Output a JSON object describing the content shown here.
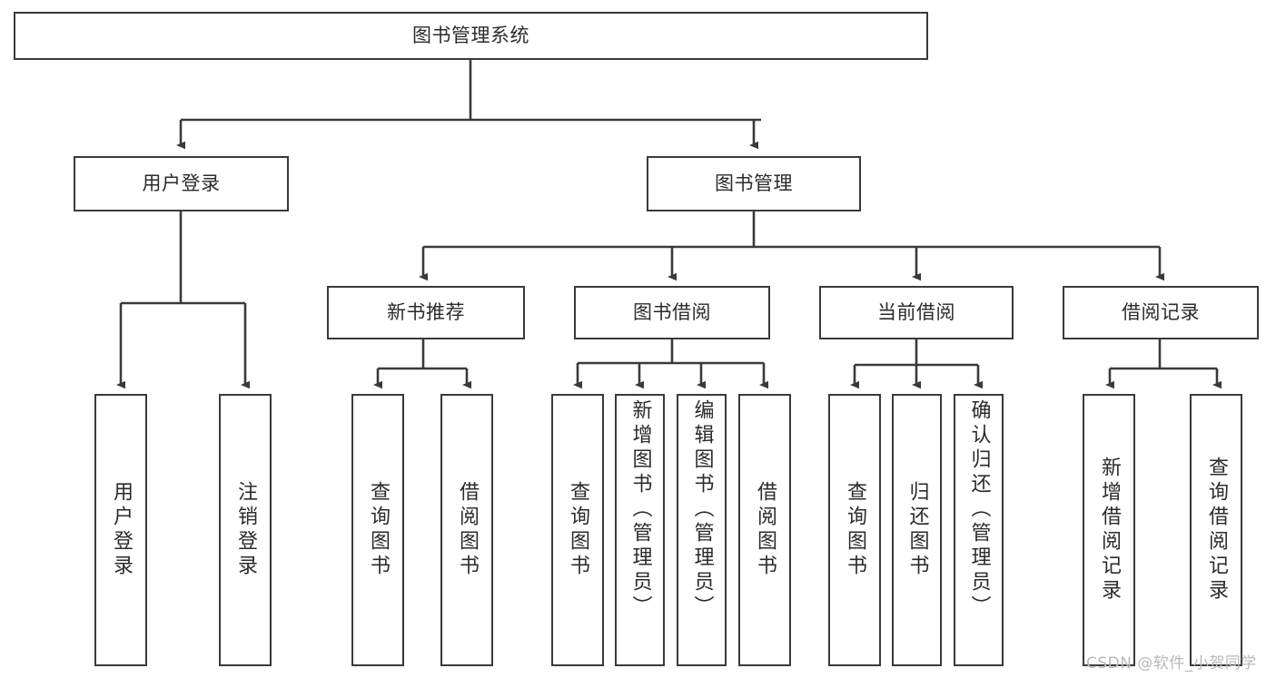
{
  "diagram": {
    "title": "图书管理系统",
    "type": "tree",
    "root": {
      "id": "root",
      "label": "图书管理系统"
    },
    "level1": [
      {
        "id": "user-login",
        "label": "用户登录"
      },
      {
        "id": "book-manage",
        "label": "图书管理"
      }
    ],
    "level2": [
      {
        "id": "new-book-recommend",
        "label": "新书推荐",
        "parent": "book-manage"
      },
      {
        "id": "book-borrow",
        "label": "图书借阅",
        "parent": "book-manage"
      },
      {
        "id": "current-borrow",
        "label": "当前借阅",
        "parent": "book-manage"
      },
      {
        "id": "borrow-record",
        "label": "借阅记录",
        "parent": "book-manage"
      }
    ],
    "leaves": [
      {
        "id": "leaf-user-login",
        "label": "用户登录",
        "parent": "user-login"
      },
      {
        "id": "leaf-logout",
        "label": "注销登录",
        "parent": "user-login"
      },
      {
        "id": "leaf-query-book-1",
        "label": "查询图书",
        "parent": "new-book-recommend"
      },
      {
        "id": "leaf-borrow-book-1",
        "label": "借阅图书",
        "parent": "new-book-recommend"
      },
      {
        "id": "leaf-query-book-2",
        "label": "查询图书",
        "parent": "book-borrow"
      },
      {
        "id": "leaf-add-book",
        "label": "新增图书（管理员）",
        "parent": "book-borrow"
      },
      {
        "id": "leaf-edit-book",
        "label": "编辑图书（管理员）",
        "parent": "book-borrow"
      },
      {
        "id": "leaf-borrow-book-2",
        "label": "借阅图书",
        "parent": "book-borrow"
      },
      {
        "id": "leaf-query-book-3",
        "label": "查询图书",
        "parent": "current-borrow"
      },
      {
        "id": "leaf-return-book",
        "label": "归还图书",
        "parent": "current-borrow"
      },
      {
        "id": "leaf-confirm-return",
        "label": "确认归还（管理员）",
        "parent": "current-borrow"
      },
      {
        "id": "leaf-add-record",
        "label": "新增借阅记录",
        "parent": "borrow-record"
      },
      {
        "id": "leaf-query-record",
        "label": "查询借阅记录",
        "parent": "borrow-record"
      }
    ],
    "colors": {
      "stroke": "#3a3a3a",
      "text": "#2b2b2b",
      "background": "#ffffff",
      "watermark": "#b9b9b9"
    }
  },
  "watermark": {
    "text": "CSDN @软件_小贺同学"
  }
}
